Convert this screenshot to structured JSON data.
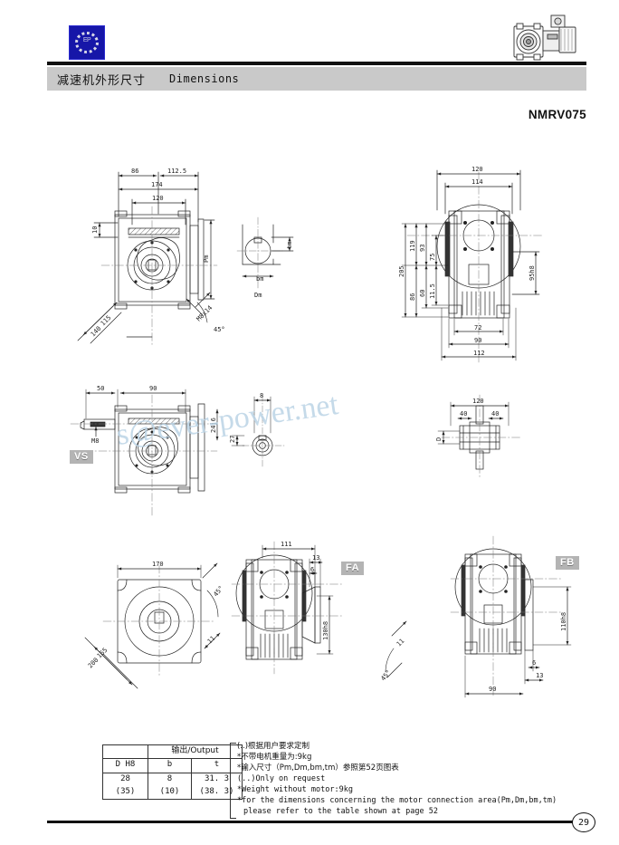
{
  "header": {
    "logo_icon": "gear-logo-icon",
    "product_photo_icon": "worm-gearbox-photo",
    "title_cn": "减速机外形尺寸",
    "title_en": "Dimensions",
    "model": "NMRV075"
  },
  "views": {
    "top_left": {
      "name": "side-section-view",
      "dims": [
        "86",
        "112.5",
        "174",
        "120",
        "10",
        "115",
        "140",
        "Pm",
        "M8x14",
        "45°"
      ]
    },
    "top_mid": {
      "name": "motor-shaft-detail-view",
      "dims": [
        "bm",
        "tm",
        "Dm"
      ]
    },
    "top_right": {
      "name": "front-view",
      "dims": [
        "120",
        "114",
        "205",
        "119",
        "93",
        "75",
        "86",
        "60",
        "11.5",
        "95h8",
        "72",
        "90",
        "112"
      ]
    },
    "mid_left": {
      "name": "vs-side-view",
      "tag": "VS",
      "dims": [
        "50",
        "90",
        "M8",
        "24j6"
      ]
    },
    "mid_mid": {
      "name": "vs-shaft-detail-view",
      "dims": [
        "8",
        "27"
      ]
    },
    "mid_right": {
      "name": "output-shaft-view",
      "dims": [
        "120",
        "40",
        "40",
        "D"
      ]
    },
    "bot_left": {
      "name": "output-flange-view",
      "dims": [
        "170",
        "165",
        "200",
        "45°",
        "11"
      ]
    },
    "bot_mid": {
      "name": "fa-flange-view",
      "tag": "FA",
      "dims": [
        "111",
        "13",
        "6",
        "130h8",
        "45°",
        "11"
      ]
    },
    "bot_right": {
      "name": "fb-flange-view",
      "tag": "FB",
      "dims": [
        "110h8",
        "6",
        "13",
        "90",
        "45°",
        "11"
      ]
    }
  },
  "watermark": {
    "text": "s@ever-power.net"
  },
  "table": {
    "group_header": "输出/Output",
    "columns": [
      "D H8",
      "b",
      "t"
    ],
    "rows": [
      [
        "28",
        "8",
        "31. 3"
      ],
      [
        "(35)",
        "(10)",
        "(38. 3)"
      ]
    ]
  },
  "notes": {
    "lines": [
      "(..)根据用户要求定制",
      "*不带电机重量为:9kg",
      "*输入尺寸（Pm,Dm,bm,tm）参照第52页图表",
      "(..)Only on request",
      "*Weight without motor:9kg",
      "*for the dimensions concerning the motor connection area(Pm,Dm,bm,tm)",
      "please refer to the table shown at page 52"
    ]
  },
  "footer": {
    "page_number": "29"
  }
}
